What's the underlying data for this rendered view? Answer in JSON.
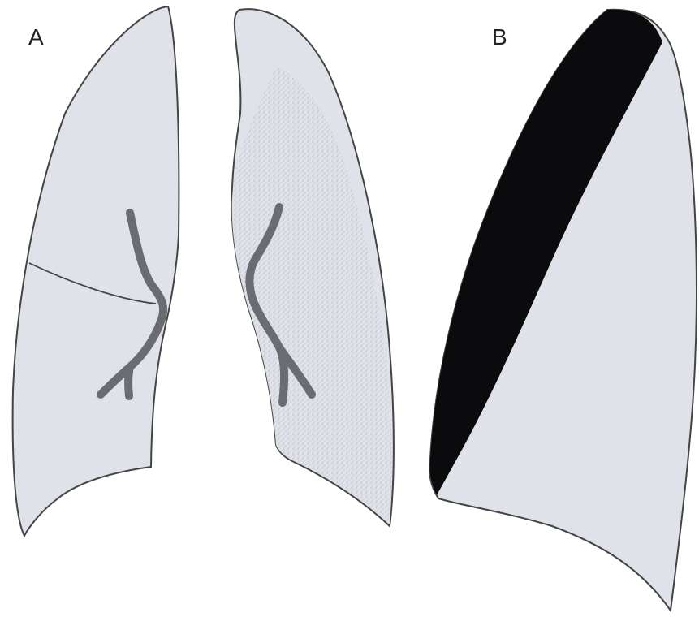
{
  "figure": {
    "panel_a_label": "A",
    "panel_b_label": "B"
  },
  "colors": {
    "background": "#ffffff",
    "lung_fill": "#dfe2e8",
    "outline": "#444444",
    "bronchus": "#6b6c72",
    "opacity_stipple": "#b9bcc3",
    "dense_band": "#0b0b0d"
  },
  "icons": {
    "right_lung": "lung-right-frontal",
    "left_lung": "lung-left-frontal-stippled",
    "lateral_lung": "lung-lateral-with-band"
  }
}
